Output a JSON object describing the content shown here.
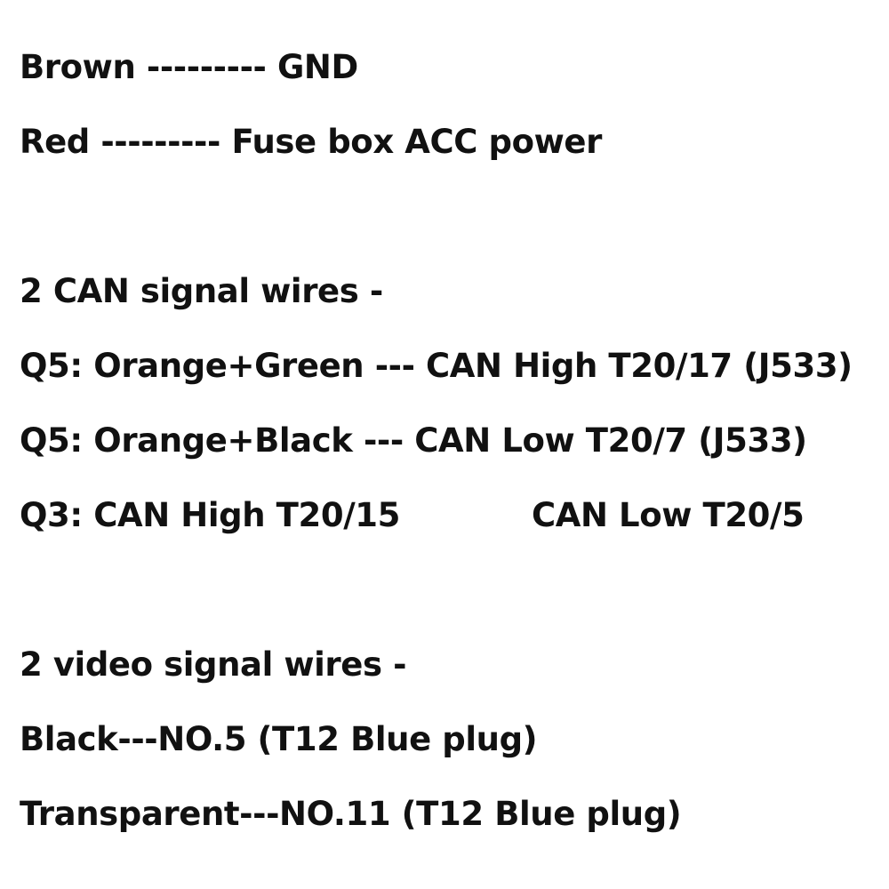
{
  "power": {
    "brown": "Brown --------- GND",
    "red": "Red --------- Fuse box ACC power"
  },
  "can": {
    "heading": "2 CAN signal wires -",
    "q5_high": "Q5: Orange+Green --- CAN High T20/17 (J533)",
    "q5_low": "Q5: Orange+Black --- CAN Low T20/7 (J533)",
    "q3_high": "Q3: CAN High T20/15",
    "q3_low": "CAN Low T20/5"
  },
  "video": {
    "heading": "2 video signal wires -",
    "black": "Black---NO.5 (T12 Blue plug)",
    "transparent": "Transparent---NO.11 (T12 Blue plug)"
  },
  "colors": {
    "text": "#111111",
    "background": "#ffffff"
  }
}
